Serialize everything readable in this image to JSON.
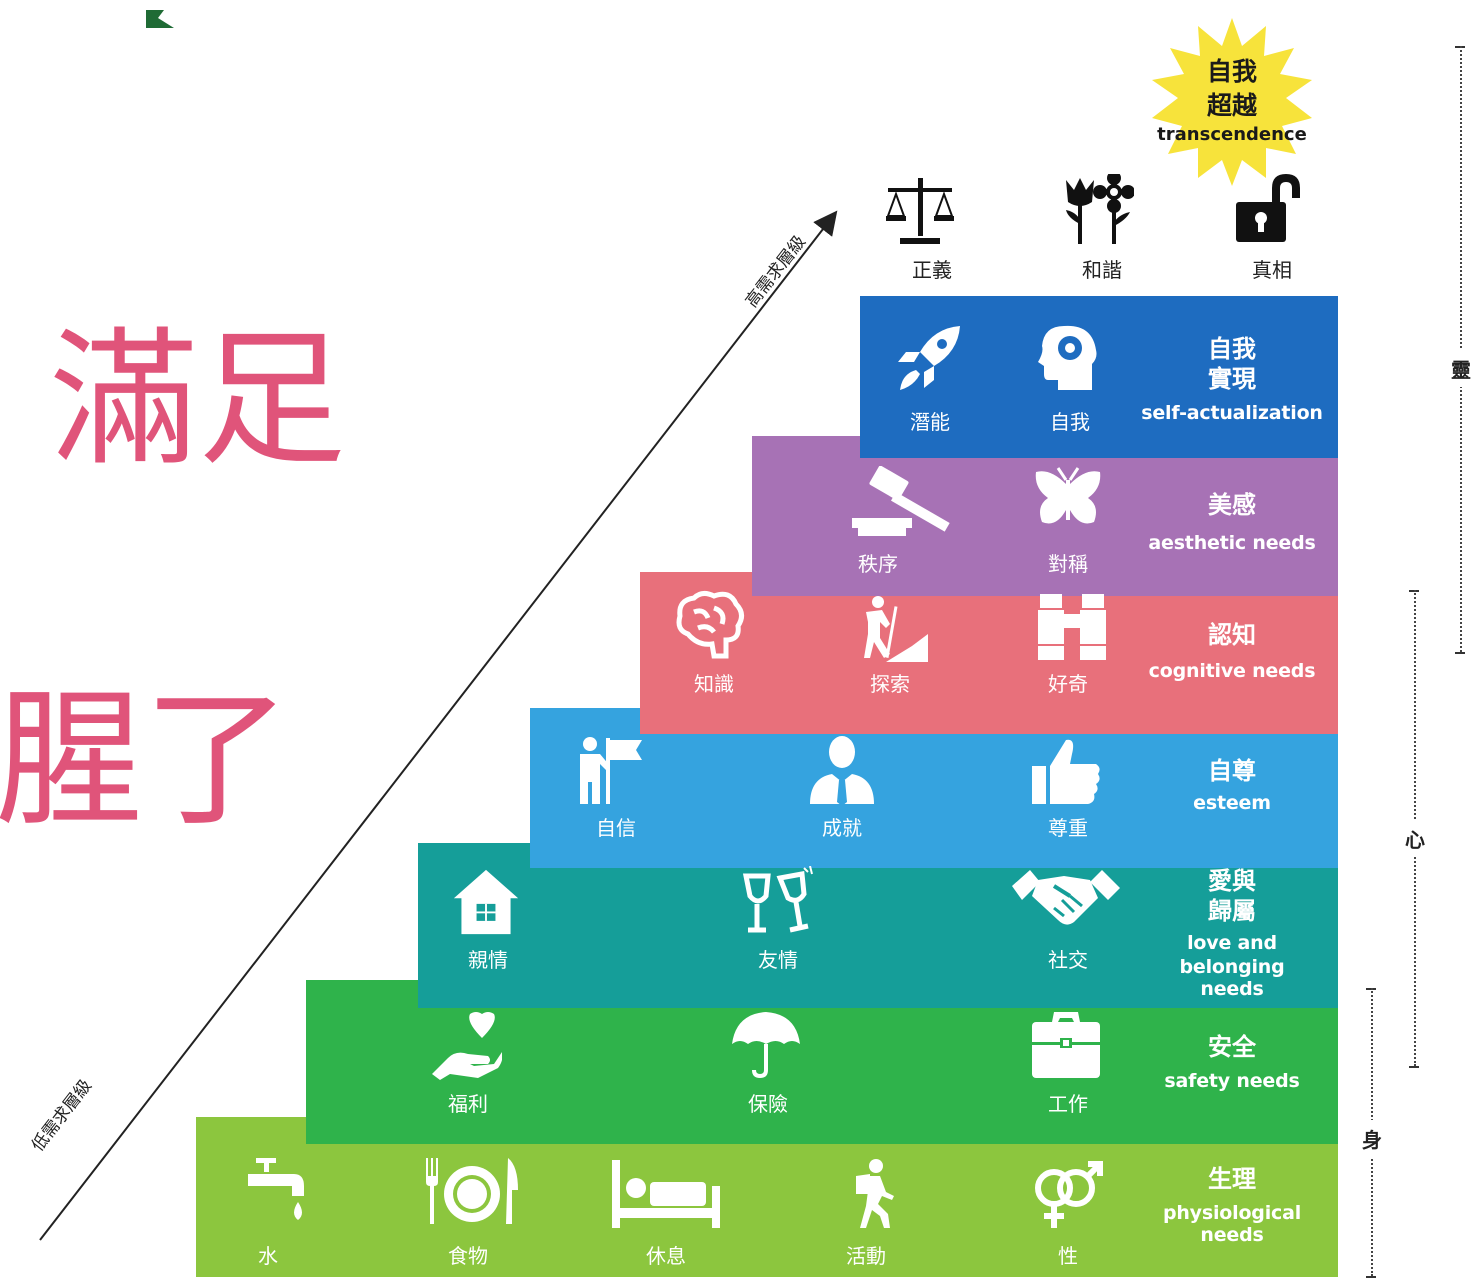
{
  "background_text": {
    "line1": "滿足",
    "line2": "腥了"
  },
  "axis": {
    "low_label": "低需求層級",
    "high_label": "高需求層級"
  },
  "transcendence": {
    "zh_line1": "自我",
    "zh_line2": "超越",
    "en": "transcendence",
    "color": "#f7e33b"
  },
  "top_icons": [
    {
      "label": "正義",
      "icon": "scales-icon"
    },
    {
      "label": "和諧",
      "icon": "flowers-icon"
    },
    {
      "label": "真相",
      "icon": "unlocked-padlock-icon"
    }
  ],
  "levels": [
    {
      "key": "self-actualization",
      "title_zh": "自我\n實現",
      "title_en": "self-actualization",
      "color": "#1e6cc0",
      "items": [
        {
          "label": "潛能",
          "icon": "rocket-icon"
        },
        {
          "label": "自我",
          "icon": "head-gear-icon"
        }
      ]
    },
    {
      "key": "aesthetic",
      "title_zh": "美感",
      "title_en": "aesthetic needs",
      "color": "#a772b5",
      "items": [
        {
          "label": "秩序",
          "icon": "gavel-icon"
        },
        {
          "label": "對稱",
          "icon": "butterfly-icon"
        }
      ]
    },
    {
      "key": "cognitive",
      "title_zh": "認知",
      "title_en": "cognitive needs",
      "color": "#e8707b",
      "items": [
        {
          "label": "知識",
          "icon": "brain-icon"
        },
        {
          "label": "探索",
          "icon": "climber-icon"
        },
        {
          "label": "好奇",
          "icon": "binoculars-icon"
        }
      ]
    },
    {
      "key": "esteem",
      "title_zh": "自尊",
      "title_en": "esteem",
      "color": "#35a3df",
      "items": [
        {
          "label": "自信",
          "icon": "person-flag-icon"
        },
        {
          "label": "成就",
          "icon": "businessman-icon"
        },
        {
          "label": "尊重",
          "icon": "thumbs-up-icon"
        }
      ]
    },
    {
      "key": "love",
      "title_zh": "愛與\n歸屬",
      "title_en": "love and belonging\nneeds",
      "color": "#159e99",
      "items": [
        {
          "label": "親情",
          "icon": "house-icon"
        },
        {
          "label": "友情",
          "icon": "wine-glasses-icon"
        },
        {
          "label": "社交",
          "icon": "handshake-icon"
        }
      ]
    },
    {
      "key": "safety",
      "title_zh": "安全",
      "title_en": "safety needs",
      "color": "#2fb34b",
      "items": [
        {
          "label": "福利",
          "icon": "hand-heart-icon"
        },
        {
          "label": "保險",
          "icon": "umbrella-icon"
        },
        {
          "label": "工作",
          "icon": "briefcase-icon"
        }
      ]
    },
    {
      "key": "physiological",
      "title_zh": "生理",
      "title_en": "physiological\nneeds",
      "color": "#8cc63e",
      "items": [
        {
          "label": "水",
          "icon": "faucet-icon"
        },
        {
          "label": "食物",
          "icon": "plate-cutlery-icon"
        },
        {
          "label": "休息",
          "icon": "bed-icon"
        },
        {
          "label": "活動",
          "icon": "hiker-icon"
        },
        {
          "label": "性",
          "icon": "gender-symbols-icon"
        }
      ]
    }
  ],
  "brackets": {
    "spirit": "靈",
    "mind": "心",
    "body": "身"
  }
}
